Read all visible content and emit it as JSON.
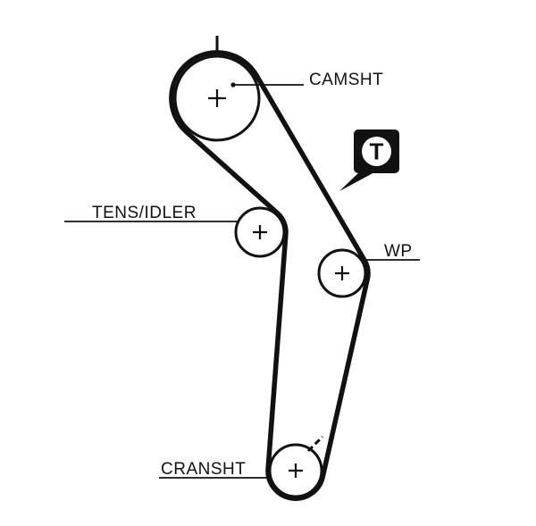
{
  "diagram": {
    "type": "timing-belt-routing",
    "labels": {
      "camshaft": "CAMSHT",
      "tensioner": "TENS/IDLER",
      "water_pump": "WP",
      "crankshaft": "CRANSHT",
      "timing_badge": "T"
    },
    "colors": {
      "background": "#ffffff",
      "line": "#111111",
      "badge_background": "#111111",
      "badge_circle": "#ffffff"
    }
  }
}
